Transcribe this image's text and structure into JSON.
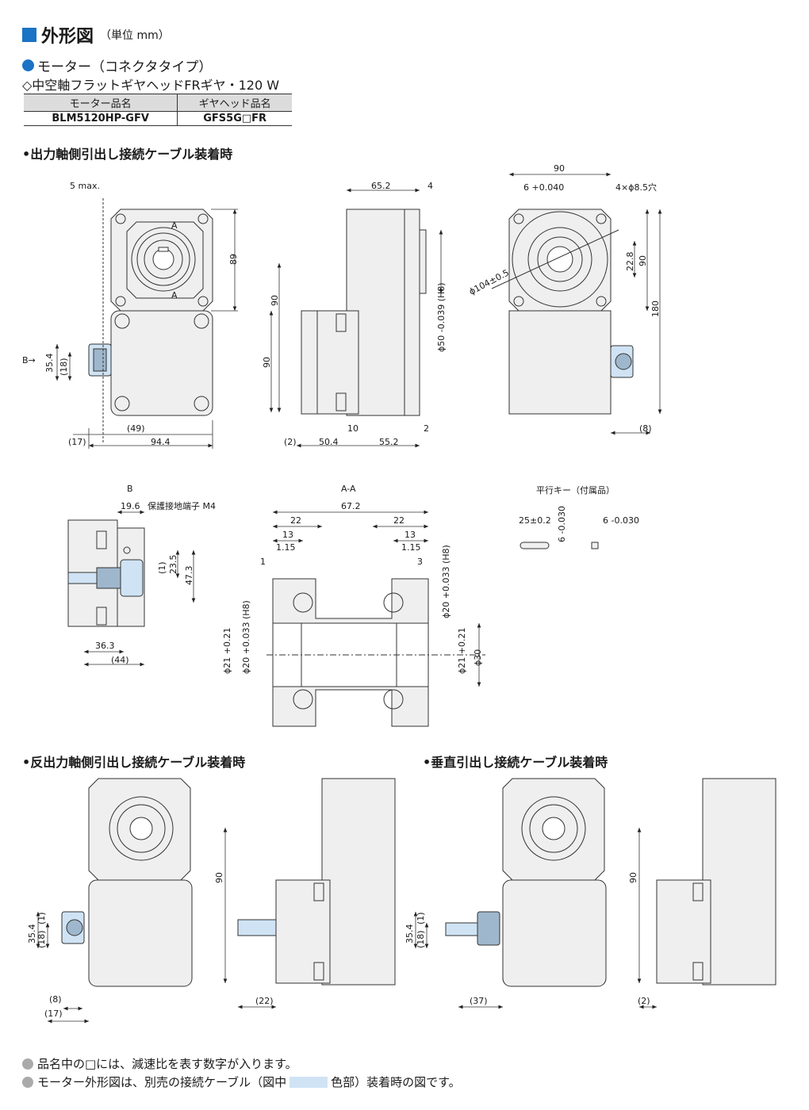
{
  "header": {
    "title": "外形図",
    "unit": "（単位 mm）"
  },
  "motor_type": "モーター（コネクタタイプ）",
  "gear_type": "◇中空軸フラットギヤヘッドFRギヤ・120 W",
  "spec_table": {
    "headers": [
      "モーター品名",
      "ギヤヘッド品名"
    ],
    "rows": [
      [
        "BLM5120HP-GFV",
        "GFS5G□FR"
      ]
    ]
  },
  "sections": {
    "output_side": "•出力軸側引出し接続ケーブル装着時",
    "opposite_side": "•反出力軸側引出し接続ケーブル装着時",
    "vertical": "•垂直引出し接続ケーブル装着時"
  },
  "view_labels": {
    "b": "B",
    "aa": "A-A",
    "key": "平行キー（付属品）",
    "a": "A",
    "b_arrow": "B→",
    "terminal": "保護接地端子 M4",
    "holes": "4×ϕ8.5穴"
  },
  "dims": {
    "front": [
      "5 max.",
      "89",
      "35.4",
      "(18)",
      "(17)",
      "(49)",
      "94.4"
    ],
    "side": [
      "65.2",
      "4",
      "90",
      "90",
      "ϕ50 -0.039 (H8)",
      "(2)",
      "50.4",
      "10",
      "55.2",
      "2"
    ],
    "back": [
      "90",
      "6 +0.040",
      "22.8",
      "90",
      "180",
      "ϕ104±0.5",
      "(8)"
    ],
    "bview": [
      "19.6",
      "(1)",
      "23.5",
      "47.3",
      "36.3",
      "(44)"
    ],
    "section": [
      "67.2",
      "22",
      "22",
      "13",
      "13",
      "1.15",
      "1.15",
      "1",
      "3",
      "ϕ20 +0.033 (H8)",
      "ϕ21 +0.21",
      "ϕ20 +0.033 (H8)",
      "ϕ21 +0.21",
      "ϕ30"
    ],
    "key": [
      "25±0.2",
      "6 -0.030",
      "6 -0.030"
    ],
    "opp_front": [
      "35.4",
      "(1)",
      "(18)",
      "(8)",
      "(17)"
    ],
    "opp_side": [
      "90",
      "(22)"
    ],
    "vert_front": [
      "35.4",
      "(1)",
      "(18)",
      "(37)"
    ],
    "vert_side": [
      "90",
      "(2)"
    ]
  },
  "notes": [
    "品名中の□には、減速比を表す数字が入ります。",
    [
      "モーター外形図は、別売の接続ケーブル（図中",
      "色部）装着時の図です。"
    ]
  ],
  "colors": {
    "accent": "#1a73c4",
    "body": "#efefef",
    "cable": "#cfe3f4",
    "note_dot": "#aaaaaa"
  }
}
